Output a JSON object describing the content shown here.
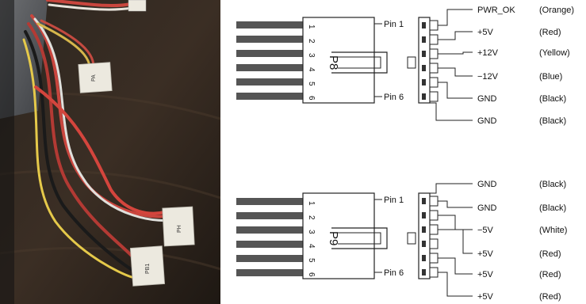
{
  "photo": {
    "connector_labels": [
      "PA",
      "PH",
      "PB1"
    ]
  },
  "connectors": [
    {
      "plug": "P8",
      "pin_first": "Pin 1",
      "pin_last": "Pin 6",
      "pin_numbers": [
        "1",
        "2",
        "3",
        "4",
        "5",
        "6"
      ],
      "signals": [
        {
          "name": "PWR_OK",
          "color": "(Orange)"
        },
        {
          "name": "+5V",
          "color": "(Red)"
        },
        {
          "name": "+12V",
          "color": "(Yellow)"
        },
        {
          "name": "−12V",
          "color": "(Blue)"
        },
        {
          "name": "GND",
          "color": "(Black)"
        },
        {
          "name": "GND",
          "color": "(Black)"
        }
      ]
    },
    {
      "plug": "P9",
      "pin_first": "Pin 1",
      "pin_last": "Pin 6",
      "pin_numbers": [
        "1",
        "2",
        "3",
        "4",
        "5",
        "6"
      ],
      "signals": [
        {
          "name": "GND",
          "color": "(Black)"
        },
        {
          "name": "GND",
          "color": "(Black)"
        },
        {
          "name": "−5V",
          "color": "(White)"
        },
        {
          "name": "+5V",
          "color": "(Red)"
        },
        {
          "name": "+5V",
          "color": "(Red)"
        },
        {
          "name": "+5V",
          "color": "(Red)"
        }
      ]
    }
  ]
}
